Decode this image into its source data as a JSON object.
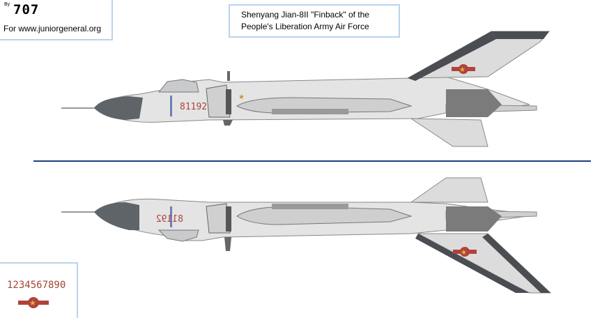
{
  "credit": {
    "by": "By",
    "signature": "707",
    "site": "For www.juniorgeneral.org"
  },
  "title": {
    "line1": "Shenyang Jian-8II \"Finback\" of the",
    "line2": "People's Liberation Army Air Force"
  },
  "aircraft": [
    {
      "view": "left-side",
      "serial": "81192"
    },
    {
      "view": "right-side",
      "serial": "81192",
      "serial_mirrored": true
    }
  ],
  "legend": {
    "digits": "1234567890",
    "insignia": "PLAAF-star-and-bar"
  },
  "colors": {
    "frame_border": "#b9d3ee",
    "divider": "#1f3f7f",
    "body": "#e4e4e4",
    "radome": "#5f6468",
    "serial_red": "#b0423a",
    "insignia_red": "#b0423a",
    "insignia_gold": "#e3b23c",
    "fin_edge": "#4a4d52"
  }
}
